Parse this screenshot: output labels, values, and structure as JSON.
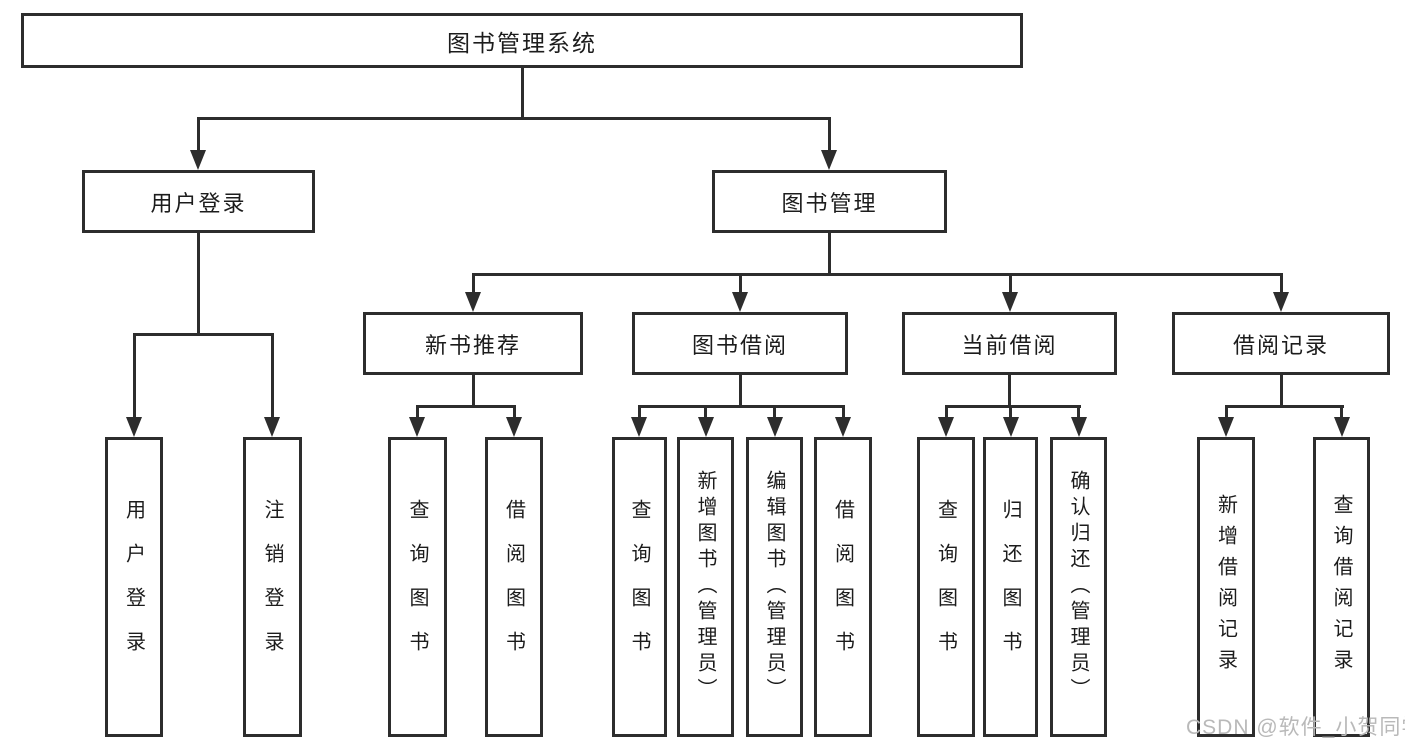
{
  "diagram": {
    "root": "图书管理系统",
    "level2": {
      "user_login": "用户登录",
      "book_mgmt": "图书管理"
    },
    "level3": {
      "new_books": "新书推荐",
      "book_borrow": "图书借阅",
      "current_borrow": "当前借阅",
      "borrow_records": "借阅记录"
    },
    "leaves": {
      "user_login": [
        "用户登录",
        "注销登录"
      ],
      "new_books": [
        "查询图书",
        "借阅图书"
      ],
      "book_borrow": [
        "查询图书",
        "新增图书（管理员）",
        "编辑图书（管理员）",
        "借阅图书"
      ],
      "current_borrow": [
        "查询图书",
        "归还图书",
        "确认归还（管理员）"
      ],
      "borrow_records": [
        "新增借阅记录",
        "查询借阅记录"
      ]
    }
  },
  "watermark": "CSDN @软件_小贺同学",
  "colors": {
    "line": "#2d2d2d",
    "text": "#1c1c1c",
    "watermark": "#b9b9b9",
    "background": "#ffffff"
  }
}
